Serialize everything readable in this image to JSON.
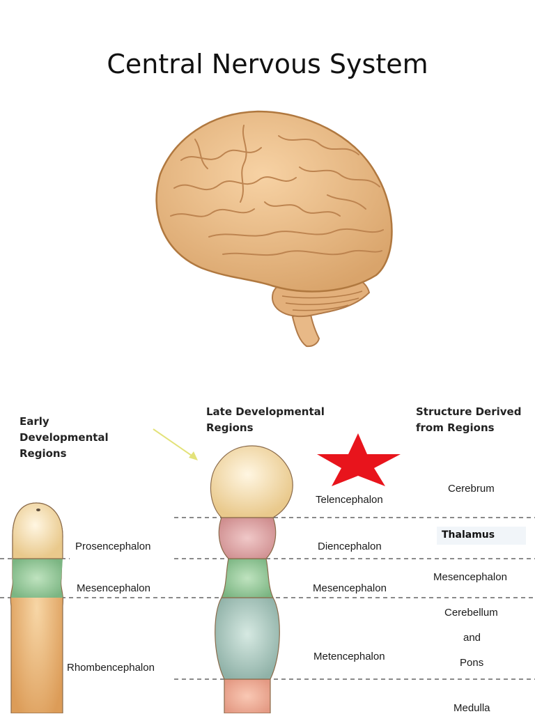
{
  "title": "Central Nervous System",
  "headers": {
    "early": "Early\nDevelopmental\nRegions",
    "late": "Late Developmental\nRegions",
    "derived": "Structure Derived\nfrom Regions"
  },
  "early_regions": [
    "Prosencephalon",
    "Mesencephalon",
    "Rhombencephalon"
  ],
  "late_regions": [
    "Telencephalon",
    "Diencephalon",
    "Mesencephalon",
    "Metencephalon"
  ],
  "derived_structures": [
    "Cerebrum",
    "Thalamus",
    "Mesencephalon",
    "Cerebellum",
    "and",
    "Pons",
    "Medulla"
  ],
  "colors": {
    "telencephalon": "#f3d9a6",
    "diencephalon": "#d79b9c",
    "mesencephalon": "#8fc493",
    "metencephalon": "#9fbfb5",
    "rhombencephalon": "#e5ac6d",
    "star": "#e8141c",
    "arrow": "#e3e27a"
  }
}
